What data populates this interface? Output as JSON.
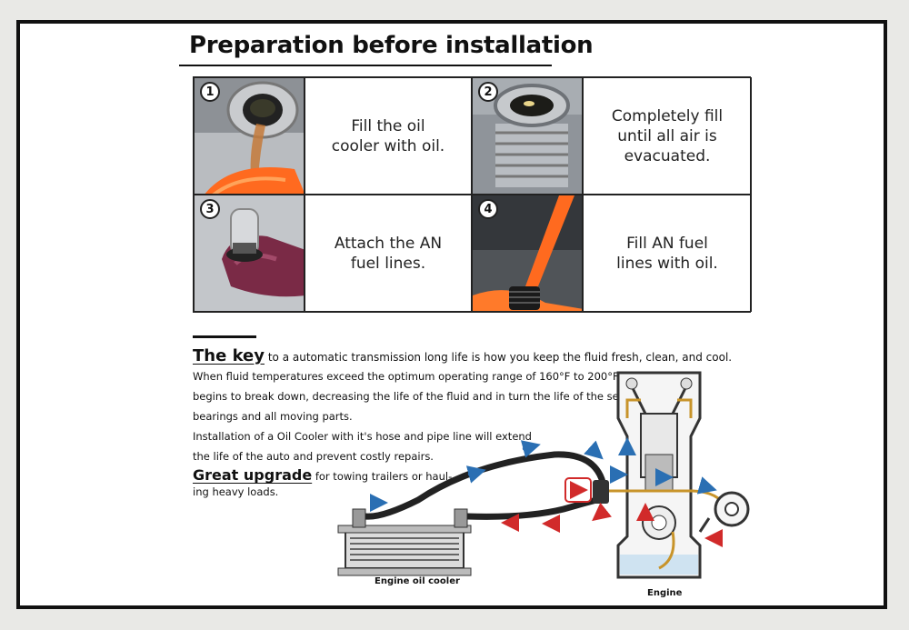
{
  "title": "Preparation before installation",
  "steps": [
    {
      "number": "1",
      "text": "Fill the oil\ncooler with oil."
    },
    {
      "number": "2",
      "text": "Completely fill\nuntil all air is\nevacuated."
    },
    {
      "number": "3",
      "text": "Attach the AN\nfuel lines."
    },
    {
      "number": "4",
      "text": "Fill AN fuel\nlines with oil."
    }
  ],
  "key": {
    "heading": "The key",
    "rest": "to a automatic transmission long life is how you keep the fluid fresh, clean, and cool."
  },
  "body_lines": [
    "When fluid temperatures exceed the optimum operating range of 160°F to 200°F it",
    "begins to break down, decreasing the life of the fluid and in turn the life of the seals,",
    "bearings and all moving parts.",
    "Installation of a Oil Cooler with it's hose and pipe line will extend",
    "the life of the auto and prevent costly repairs."
  ],
  "upgrade": {
    "heading": "Great upgrade",
    "rest_line1": "for towing trailers or haul-",
    "rest_line2": "ing heavy loads."
  },
  "diagram": {
    "cooler_label": "Engine oil cooler",
    "engine_label": "Engine",
    "colors": {
      "flow_out": "#2a6fb3",
      "flow_in": "#d12a2a",
      "oil_line": "#c8942a"
    }
  }
}
